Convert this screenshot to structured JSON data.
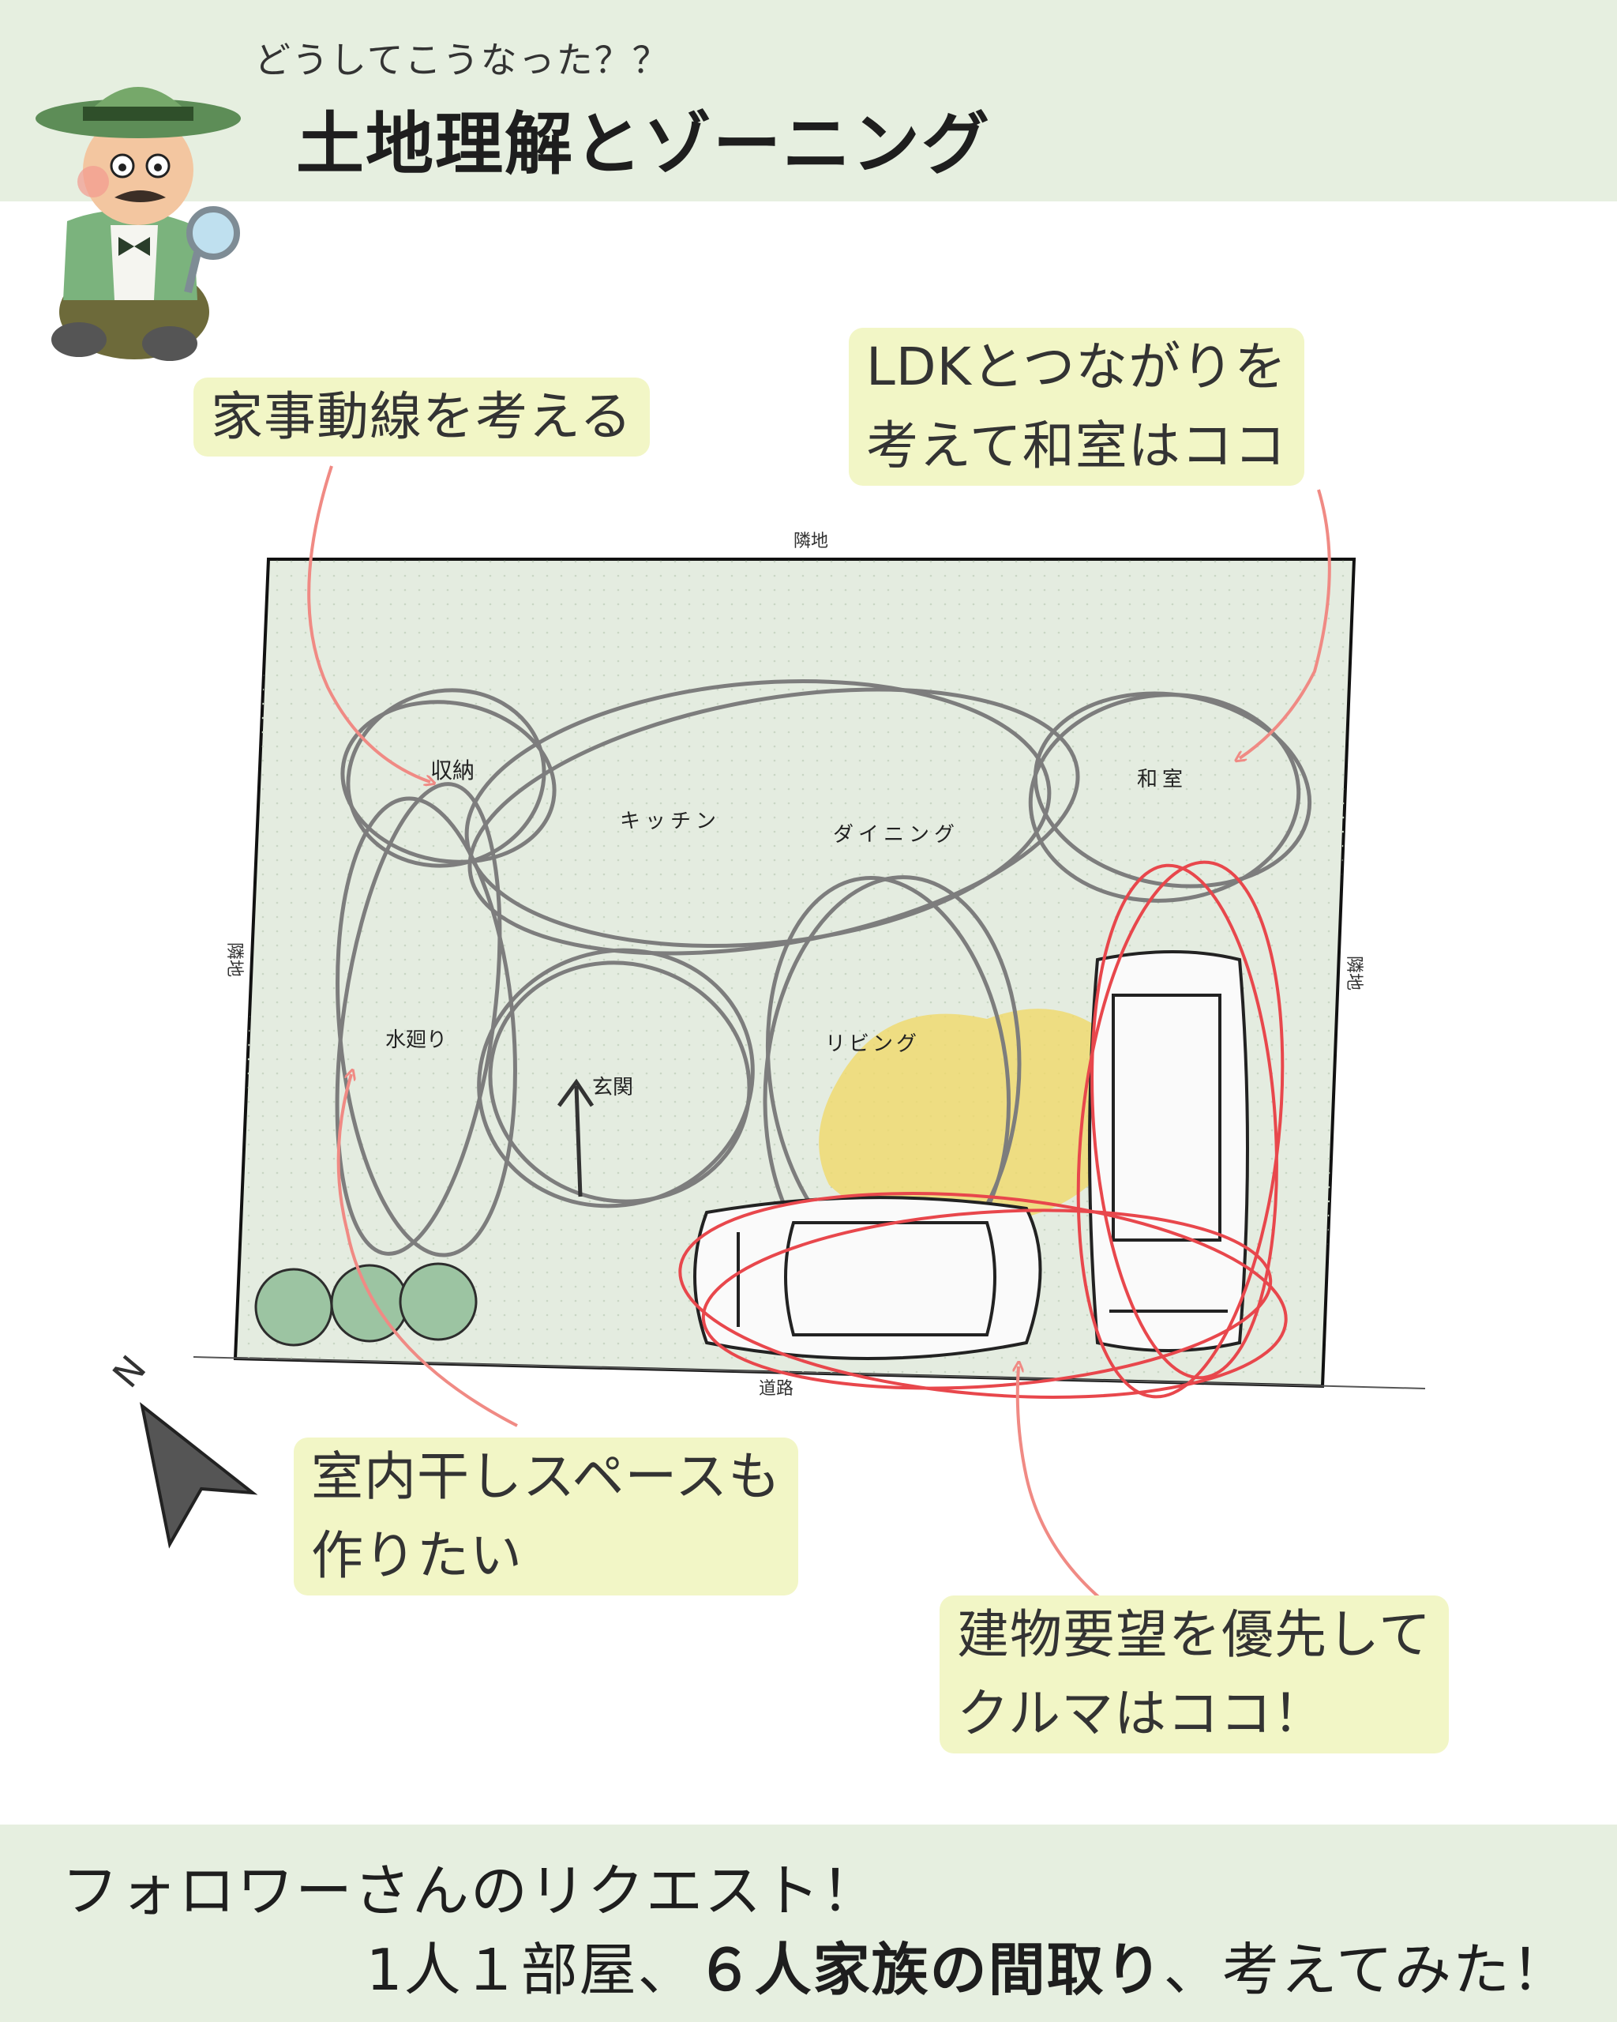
{
  "header": {
    "subtitle": "どうしてこうなった？？",
    "title": "土地理解とゾーニング"
  },
  "site": {
    "top_label": "隣地",
    "left_label": "隣地",
    "right_label": "隣地",
    "bottom_label": "道路",
    "north_label": "N"
  },
  "zones": {
    "storage": "収納",
    "kitchen": "キッチン",
    "dining": "ダイニング",
    "washitsu": "和室",
    "water": "水廻り",
    "entrance": "玄関",
    "living": "リビング"
  },
  "callouts": {
    "housework_line1": "家事動線を考える",
    "washitsu_line1": "LDKとつながりを",
    "washitsu_line2": "考えて和室はココ",
    "drying_line1": "室内干しスペースも",
    "drying_line2": "作りたい",
    "car_line1": "建物要望を優先して",
    "car_line2": "クルマはココ！"
  },
  "footer": {
    "line1": "フォロワーさんのリクエスト！",
    "line2_a": "1人１部屋、",
    "line2_b": "６人家族の間取り",
    "line2_c": "、考えてみた！"
  },
  "colors": {
    "band": "#e6efe0",
    "site": "#e4ece0",
    "callout": "#f2f6c6",
    "arrow": "#f08a84",
    "car_loop": "#e8474c",
    "living_highlight": "#f0d96a",
    "zone_stroke": "#7d7d7d"
  }
}
